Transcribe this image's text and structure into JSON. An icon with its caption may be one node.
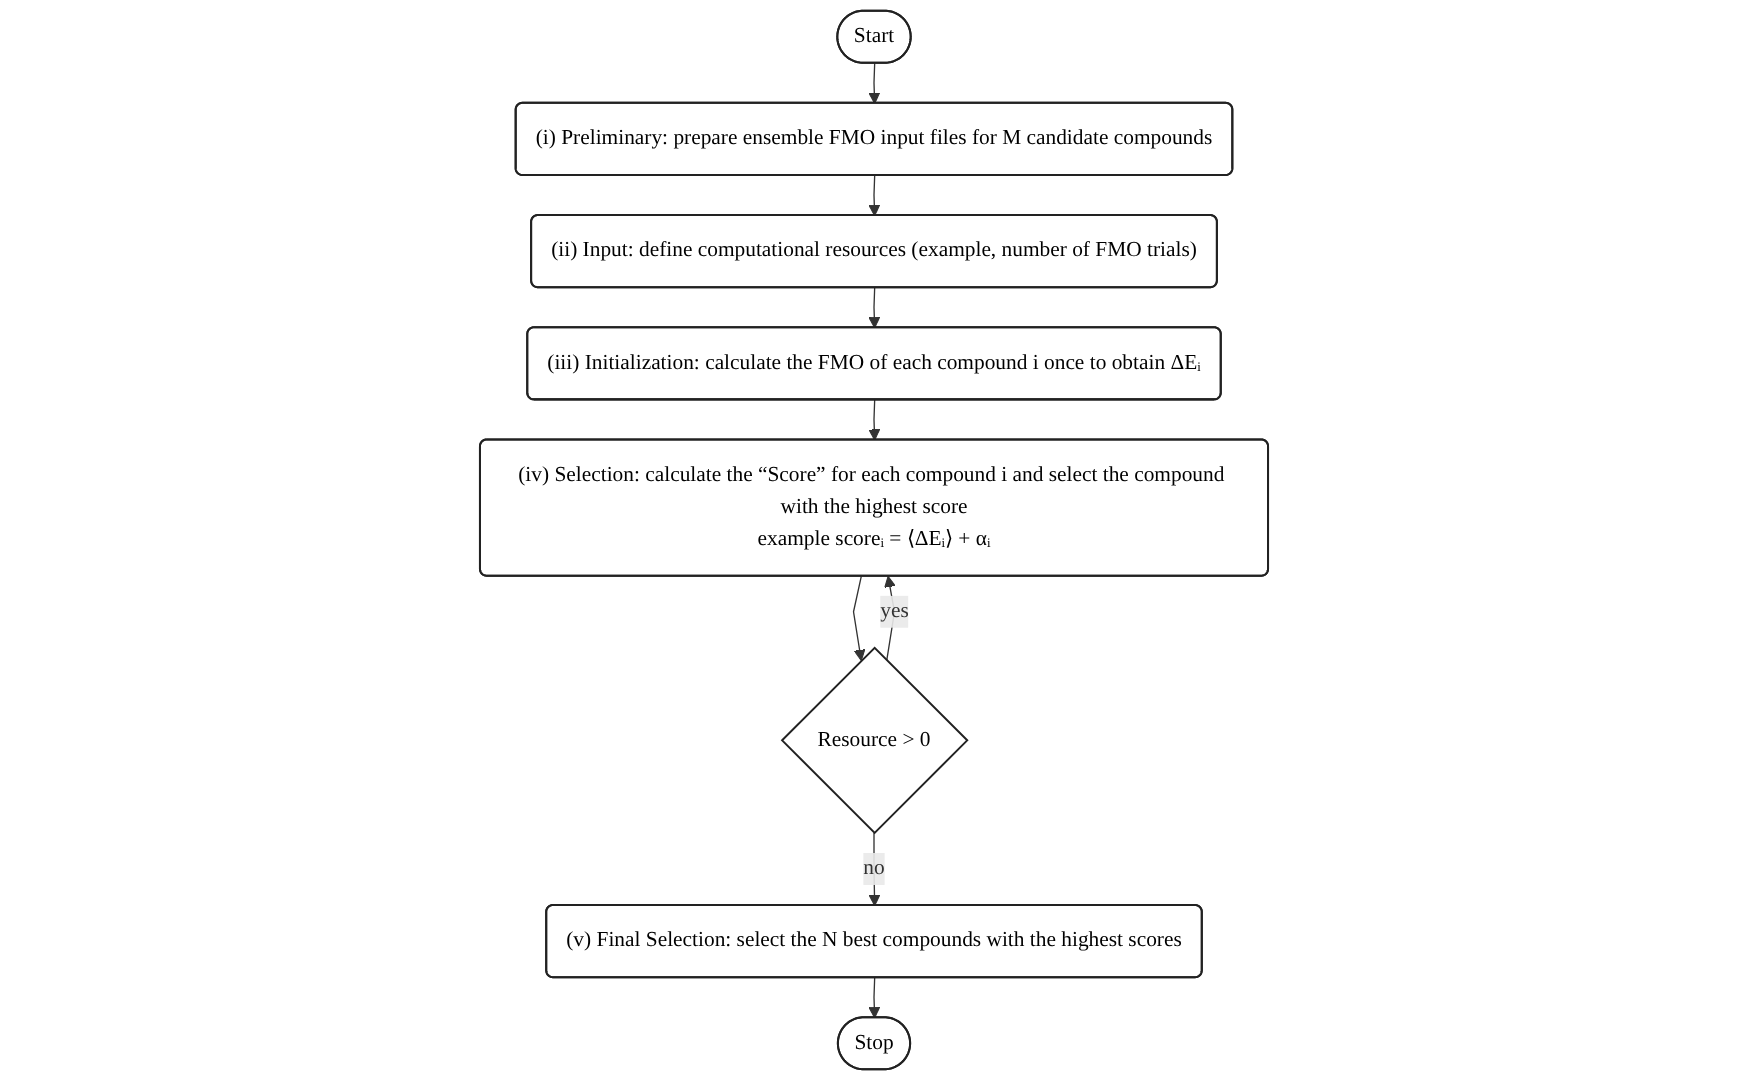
{
  "diagram": {
    "nodes": [
      {
        "text": [
          "Start"
        ]
      },
      {
        "text": [
          "(i) Preliminary: prepare ensemble FMO input files for M candidate compounds"
        ]
      },
      {
        "text": [
          "(ii) Input: define computational resources (example, number of FMO trials)"
        ]
      },
      {
        "text": [
          "(iii) Initialization: calculate the FMO of each compound i once to obtain ΔEᵢ"
        ]
      },
      {
        "text": [
          "(iv) Selection: calculate the “Score” for each compound i and select the compound with the highest score",
          "example scoreᵢ = ⟨ΔEᵢ⟩ + αᵢ"
        ]
      },
      {
        "text": [
          "Resource > 0"
        ]
      },
      {
        "text": [
          "(v) Final Selection: select the N best compounds with the highest scores"
        ]
      },
      {
        "text": [
          "Stop"
        ]
      }
    ],
    "edges": [
      {
        "from": 0,
        "to": 1,
        "arrow": "to"
      },
      {
        "from": 1,
        "to": 2,
        "arrow": "to"
      },
      {
        "from": 2,
        "to": 3,
        "arrow": "to"
      },
      {
        "from": 3,
        "to": 4,
        "arrow": "to"
      },
      {
        "from": 4,
        "to": 5,
        "arrow": "to"
      },
      {
        "from": 5,
        "to": 4,
        "arrow": "to",
        "label": "yes"
      },
      {
        "from": 5,
        "to": 6,
        "arrow": "to",
        "label": "no"
      },
      {
        "from": 6,
        "to": 7,
        "arrow": "to"
      }
    ]
  }
}
